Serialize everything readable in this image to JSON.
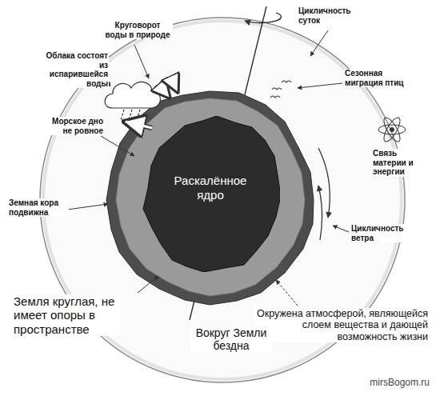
{
  "diagram": {
    "nodes": [
      {
        "text": [
          "Раскалённое ядро"
        ]
      }
    ],
    "labels": [
      "Круговорот воды в природе",
      "Цикличность суток",
      "Облака состоят из испарившейся воды",
      "Сезонная миграция птиц",
      "Морское дно не ровное",
      "Связь материи и энергии",
      "Земная кора подвижна",
      "Цикличность ветра",
      "Земля круглая, не имеет опоры в пространстве",
      "Окружена атмосферой, являющейся слоем вещества и дающей возможность жизни",
      "Вокруг Земли бездна",
      "mirsBogom.ru"
    ]
  }
}
